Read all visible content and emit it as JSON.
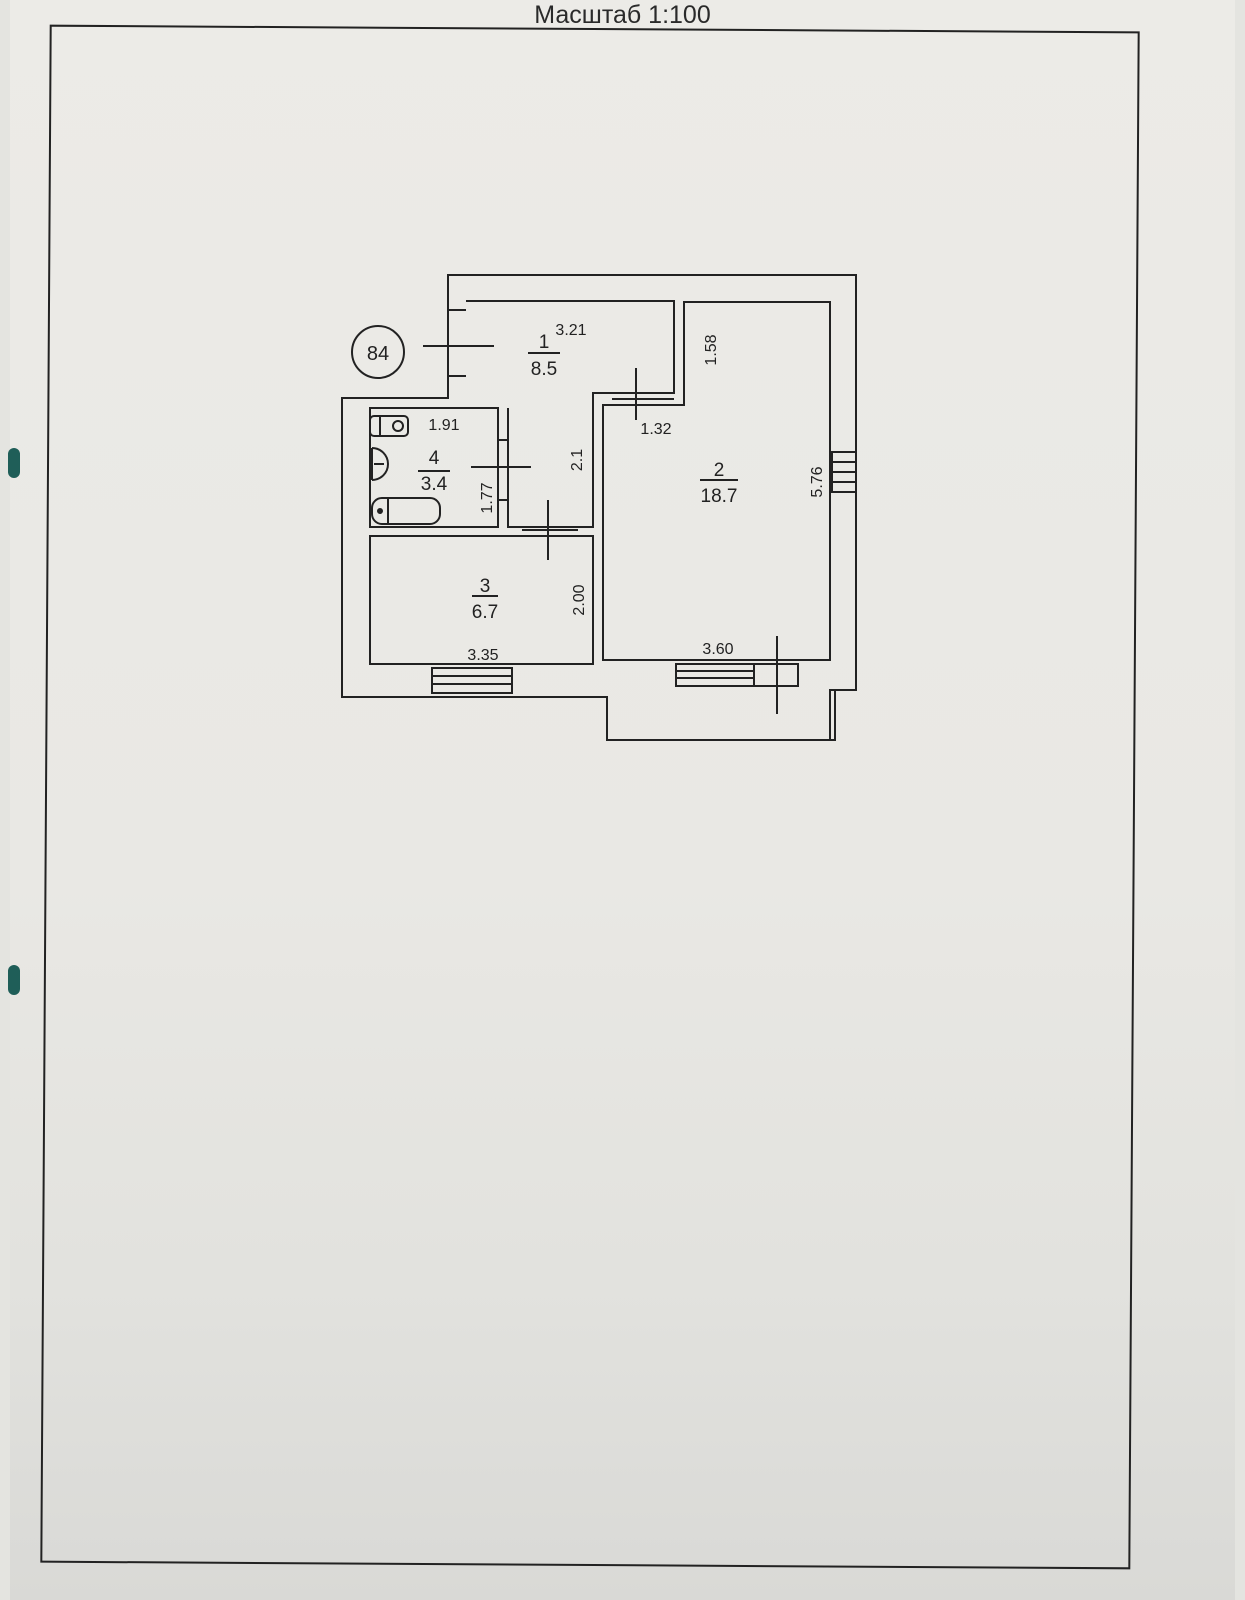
{
  "header": {
    "scale_label": "Масштаб 1:100"
  },
  "apartment": {
    "number": "84"
  },
  "rooms": [
    {
      "id": "1",
      "area": "8.5"
    },
    {
      "id": "2",
      "area": "18.7"
    },
    {
      "id": "3",
      "area": "6.7"
    },
    {
      "id": "4",
      "area": "3.4"
    }
  ],
  "dimensions": {
    "r1_width": "3.21",
    "r1_len": "2.1",
    "r2_top": "1.58",
    "r2_step": "1.32",
    "r2_len": "5.76",
    "r2_width": "3.60",
    "r3_width": "3.35",
    "r3_len": "2.00",
    "r4_width": "1.91",
    "r4_len": "1.77"
  },
  "colors": {
    "ink": "#222222",
    "paper": "#ecebe7",
    "binder": "#1f5e58"
  }
}
